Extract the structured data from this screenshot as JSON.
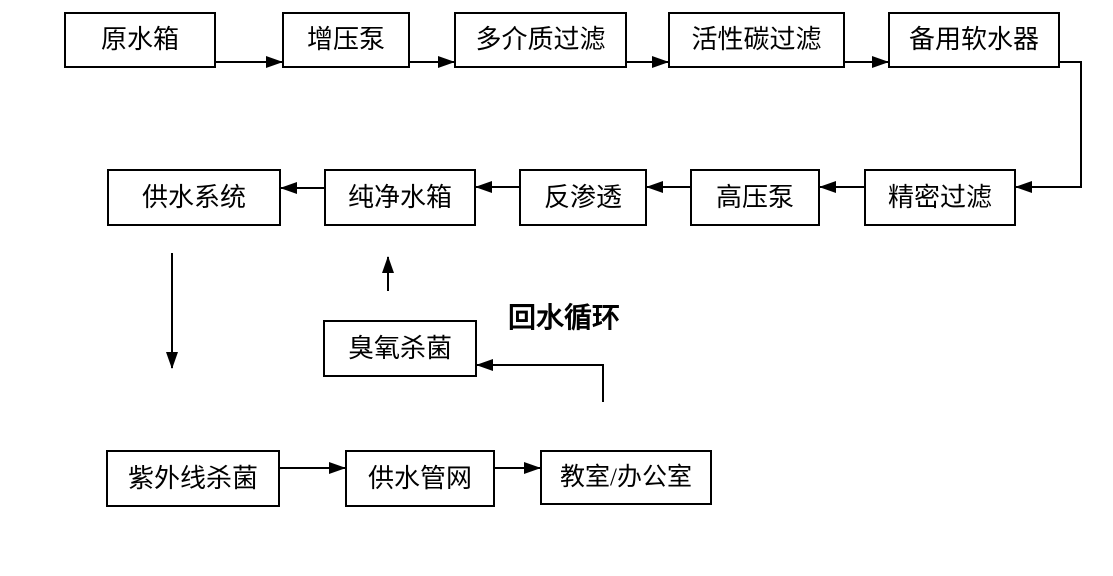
{
  "diagram": {
    "nodes": {
      "raw_water_tank": {
        "label": "原水箱"
      },
      "booster_pump": {
        "label": "增压泵"
      },
      "multi_media_filter": {
        "label": "多介质过滤"
      },
      "activated_carbon_filter": {
        "label": "活性碳过滤"
      },
      "backup_water_softener": {
        "label": "备用软水器"
      },
      "precision_filter": {
        "label": "精密过滤"
      },
      "high_pressure_pump": {
        "label": "高压泵"
      },
      "reverse_osmosis": {
        "label": "反渗透"
      },
      "pure_water_tank": {
        "label": "纯净水箱"
      },
      "water_supply_system": {
        "label": "供水系统"
      },
      "ozone_sterilization": {
        "label": "臭氧杀菌"
      },
      "uv_sterilization": {
        "label": "紫外线杀菌"
      },
      "water_supply_network": {
        "label": "供水管网"
      },
      "classroom_office": {
        "label": "教室/办公室"
      }
    },
    "annotations": {
      "return_water_loop": {
        "label": "回水循环"
      }
    },
    "colors": {
      "line": "#000000",
      "box_border": "#000000",
      "box_background": "#ffffff",
      "text": "#000000",
      "page_background": "#ffffff"
    }
  }
}
